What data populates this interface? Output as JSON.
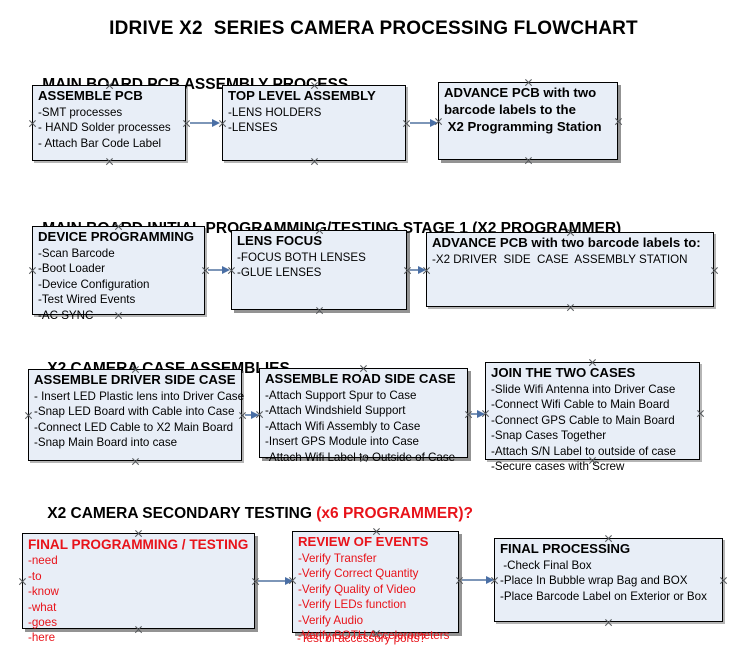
{
  "title": "IDRIVE X2  SERIES CAMERA PROCESSING FLOWCHART",
  "colors": {
    "box_fill": "#e8eef7",
    "box_border": "#000000",
    "text": "#000000",
    "accent_red": "#e8131a",
    "arrow": "#7d96b8"
  },
  "sections": [
    {
      "heading": "MAIN BOARD PCB ASSEMBLY PROCESS",
      "heading_accent": "",
      "boxes": [
        {
          "title": "ASSEMBLE PCB",
          "lines": [
            "-SMT processes",
            "- HAND Solder processes",
            "- Attach Bar Code Label"
          ]
        },
        {
          "title": "TOP LEVEL ASSEMBLY",
          "lines": [
            "-LENS HOLDERS",
            "-LENSES"
          ]
        },
        {
          "title": "ADVANCE PCB with two",
          "lines": [
            "barcode labels to the",
            " X2 Programming Station"
          ]
        }
      ]
    },
    {
      "heading": "MAIN BOARD INITIAL PROGRAMMING/TESTING STAGE 1 (X2 PROGRAMMER)",
      "heading_accent": "",
      "boxes": [
        {
          "title": "DEVICE PROGRAMMING",
          "lines": [
            "-Scan Barcode",
            "-Boot Loader",
            "-Device Configuration",
            "-Test Wired Events",
            "-AC SYNC"
          ]
        },
        {
          "title": "LENS FOCUS",
          "lines": [
            "-FOCUS BOTH LENSES",
            "-GLUE LENSES"
          ]
        },
        {
          "title": "ADVANCE PCB with two barcode labels to:",
          "lines": [
            "-X2 DRIVER  SIDE  CASE  ASSEMBLY STATION"
          ]
        }
      ]
    },
    {
      "heading": "X2 CAMERA CASE ASSEMBLIES",
      "heading_accent": "",
      "boxes": [
        {
          "title": "ASSEMBLE DRIVER SIDE CASE",
          "lines": [
            "- Insert LED Plastic lens into Driver Case",
            "-Snap LED Board with Cable into Case",
            "-Connect LED Cable to X2 Main Board",
            "-Snap Main Board into case"
          ]
        },
        {
          "title": "ASSEMBLE ROAD SIDE CASE",
          "lines": [
            "-Attach Support Spur to Case",
            "-Attach Windshield Support",
            "-Attach Wifi Assembly to Case",
            "-Insert GPS Module into Case",
            "-Attach Wifi Label to Outside of Case"
          ]
        },
        {
          "title": "JOIN THE TWO CASES",
          "lines": [
            "-Slide Wifi Antenna into Driver Case",
            "-Connect Wifi Cable to Main Board",
            "-Connect GPS Cable to Main Board",
            "-Snap Cases Together",
            "-Attach S/N Label to outside of case",
            "-Secure cases with Screw"
          ]
        }
      ]
    },
    {
      "heading": "X2 CAMERA SECONDARY TESTING ",
      "heading_accent": "(x6 PROGRAMMER)?",
      "boxes": [
        {
          "title": "FINAL PROGRAMMING / TESTING",
          "lines": [
            "-need",
            "-to",
            "-know",
            "-what",
            "-goes",
            "-here"
          ]
        },
        {
          "title": "REVIEW OF EVENTS",
          "lines": [
            "-Verify Transfer",
            "-Verify Correct Quantity",
            "-Verify Quality of Video",
            "-Verify LEDs function",
            "-Verify Audio",
            "-Verify BOTH Accelerometers"
          ],
          "overflow_line": "-Test of accessory ports?"
        },
        {
          "title": "FINAL PROCESSING",
          "lines": [
            " -Check Final Box",
            "-Place In Bubble wrap Bag and BOX",
            "-Place Barcode Label on Exterior or Box"
          ]
        }
      ]
    }
  ]
}
